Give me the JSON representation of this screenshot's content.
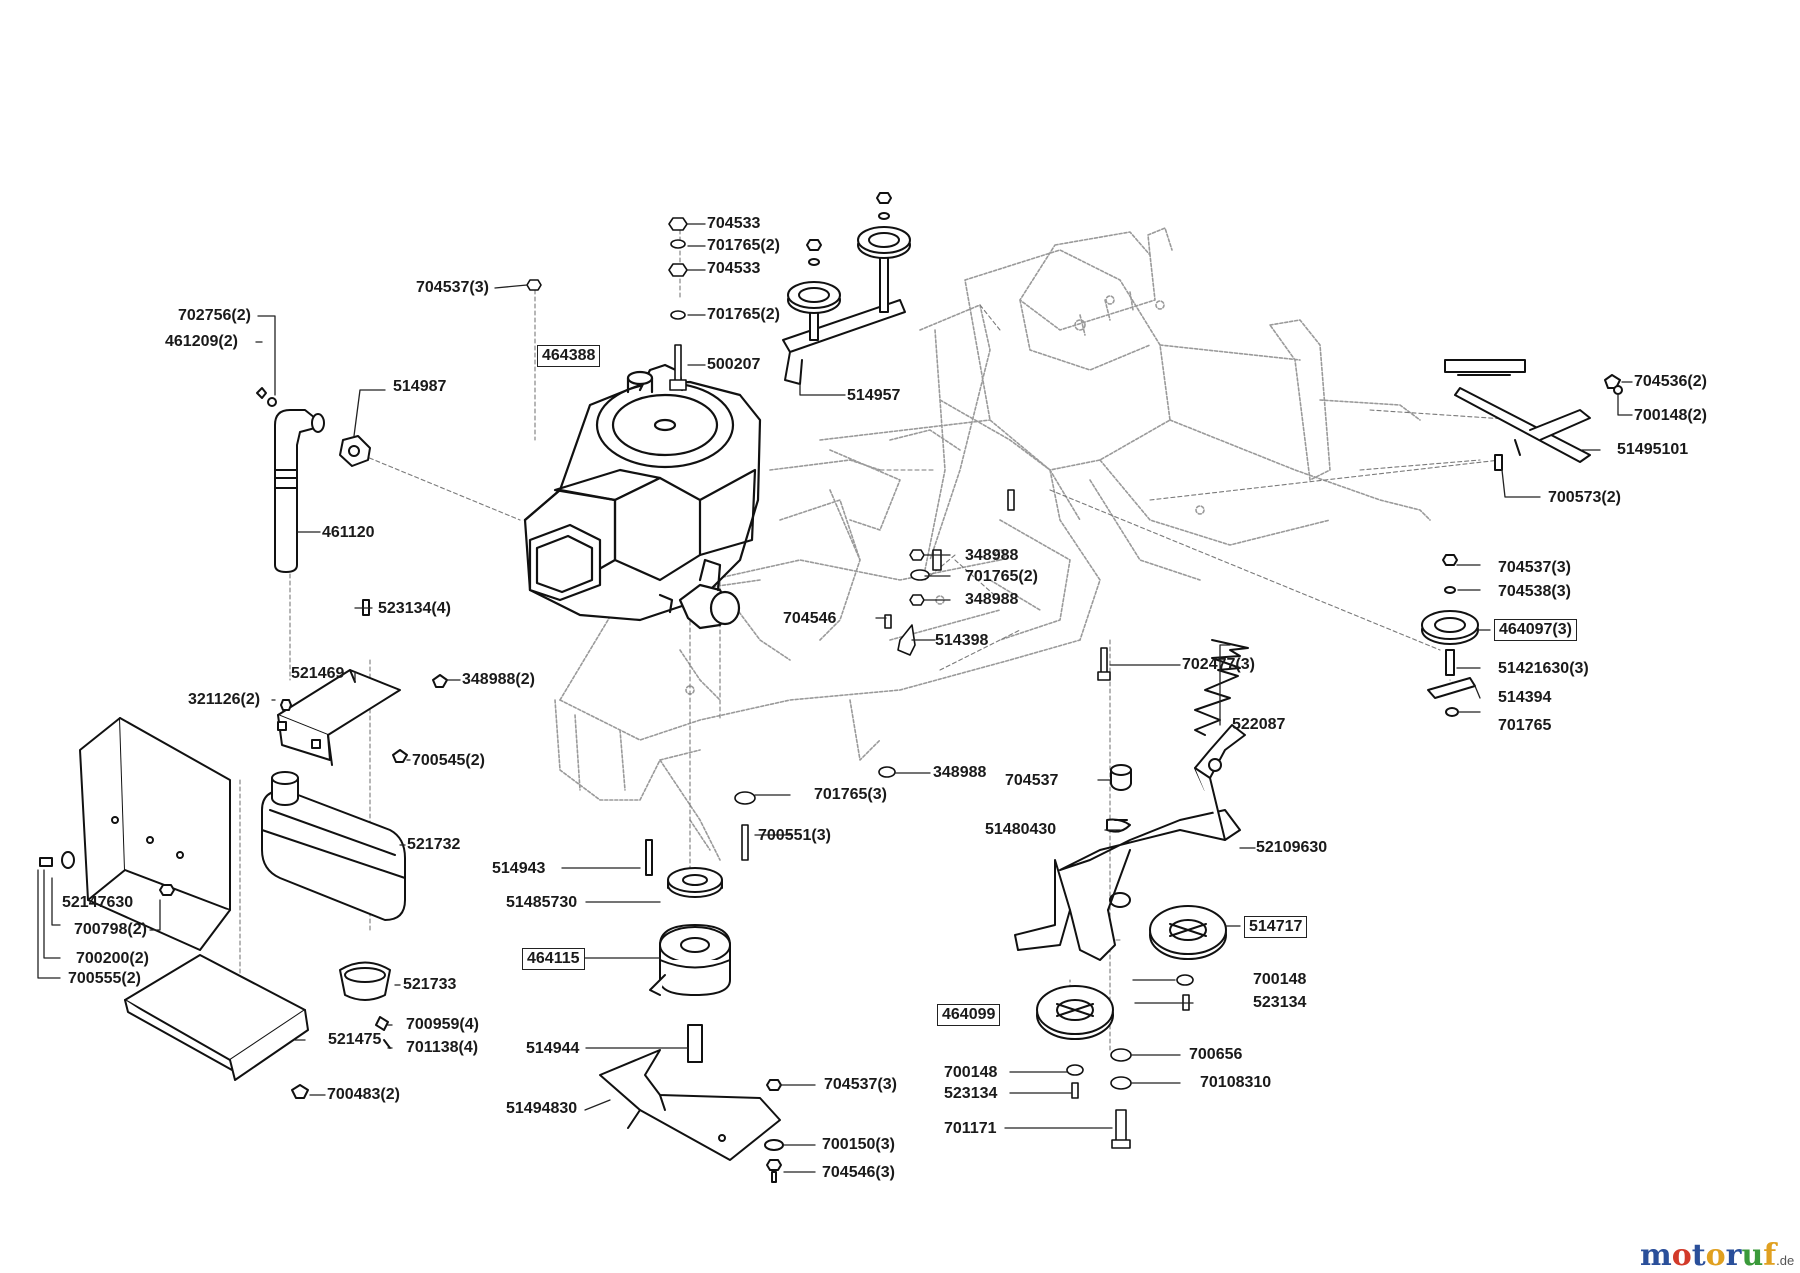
{
  "watermark": {
    "text": "motoruf",
    "tld": ".de",
    "letter_colors": [
      "#2a4f9a",
      "#d23a2a",
      "#2a4f9a",
      "#e0a020",
      "#2a4f9a",
      "#3a9a3a",
      "#e0a020"
    ]
  },
  "labels": {
    "p_704533_a": "704533",
    "p_701765_2_a": "701765(2)",
    "p_704533_b": "704533",
    "p_701765_2_b": "701765(2)",
    "p_704537_3_top": "704537(3)",
    "p_702756_2": "702756(2)",
    "p_461209_2": "461209(2)",
    "p_464388": "464388",
    "p_500207": "500207",
    "p_514957": "514957",
    "p_514987": "514987",
    "p_461120": "461120",
    "p_704536_2": "704536(2)",
    "p_700148_2": "700148(2)",
    "p_51495101": "51495101",
    "p_700573_2": "700573(2)",
    "p_348988_a": "348988",
    "p_701765_2_c": "701765(2)",
    "p_348988_b": "348988",
    "p_704546": "704546",
    "p_514398": "514398",
    "p_523134_4": "523134(4)",
    "p_704537_3_right": "704537(3)",
    "p_704538_3": "704538(3)",
    "p_464097_3": "464097(3)",
    "p_51421630_3": "51421630(3)",
    "p_514394": "514394",
    "p_701765_right": "701765",
    "p_702477_3": "702477(3)",
    "p_521469": "521469",
    "p_348988_2": "348988(2)",
    "p_321126_2": "321126(2)",
    "p_700545_2": "700545(2)",
    "p_522087": "522087",
    "p_348988_c": "348988",
    "p_704537": "704537",
    "p_701765_3": "701765(3)",
    "p_51480430": "51480430",
    "p_700551_3": "700551(3)",
    "p_52109630": "52109630",
    "p_521732": "521732",
    "p_514943": "514943",
    "p_51485730": "51485730",
    "p_52147630": "52147630",
    "p_700798_2": "700798(2)",
    "p_514717": "514717",
    "p_700200_2": "700200(2)",
    "p_700555_2": "700555(2)",
    "p_464115": "464115",
    "p_700148_a": "700148",
    "p_521733": "521733",
    "p_523134_a": "523134",
    "p_464099": "464099",
    "p_700959_4": "700959(4)",
    "p_521475": "521475",
    "p_701138_4": "701138(4)",
    "p_514944": "514944",
    "p_700656": "700656",
    "p_700148_b": "700148",
    "p_704537_3_bottom": "704537(3)",
    "p_70108310": "70108310",
    "p_523134_b": "523134",
    "p_700483_2": "700483(2)",
    "p_51494830": "51494830",
    "p_701171": "701171",
    "p_700150_3": "700150(3)",
    "p_704546_3": "704546(3)"
  }
}
